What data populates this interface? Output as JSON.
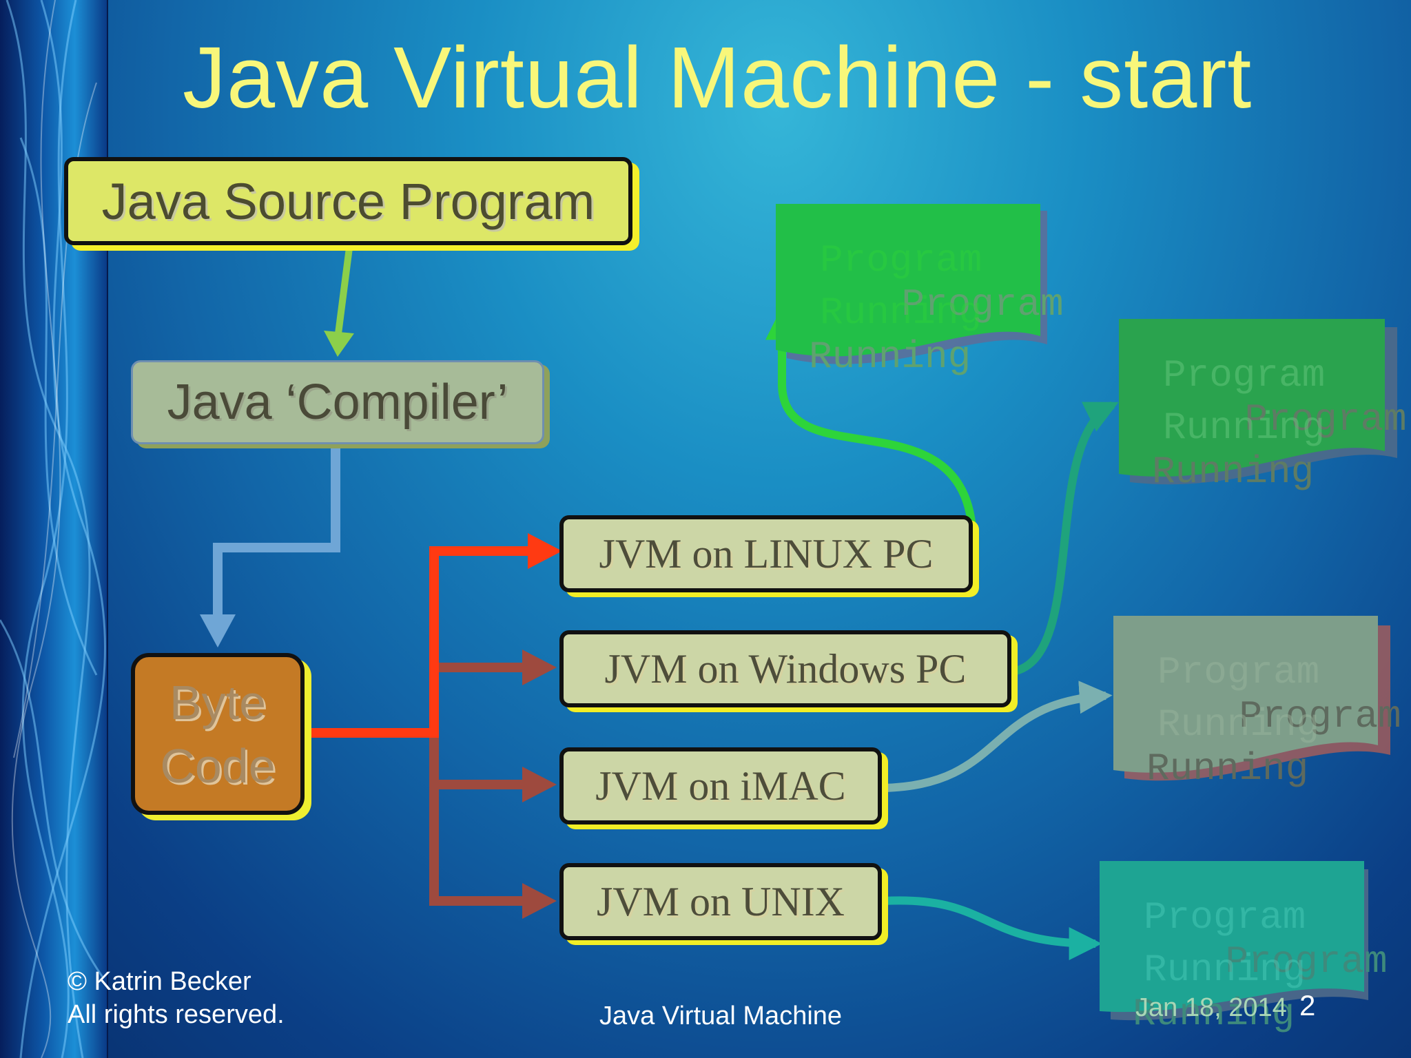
{
  "slide": {
    "title": "Java Virtual Machine - start",
    "nodes": {
      "source": "Java Source Program",
      "compiler": "Java ‘Compiler’",
      "bytecode": [
        "Byte",
        "Code"
      ],
      "jvm_linux": "JVM on LINUX PC",
      "jvm_windows": "JVM on Windows PC",
      "jvm_imac": "JVM on iMAC",
      "jvm_unix": "JVM on UNIX"
    },
    "running_label": [
      "Program",
      "Running"
    ],
    "footer": {
      "copyright_line1": "© Katrin Becker",
      "copyright_line2": "All rights reserved.",
      "center": "Java Virtual Machine",
      "date": "Jan 18, 2014",
      "page": "2"
    },
    "colors": {
      "title": "#f8f77a",
      "source_fill": "#dde767",
      "byte_fill": "#c47a25",
      "jvm_fill": "#ccd6a6",
      "active_arrow": "#ff3a12",
      "faded_arrow": "#9e4a3e",
      "green_arrow": "#2ed43a"
    }
  }
}
